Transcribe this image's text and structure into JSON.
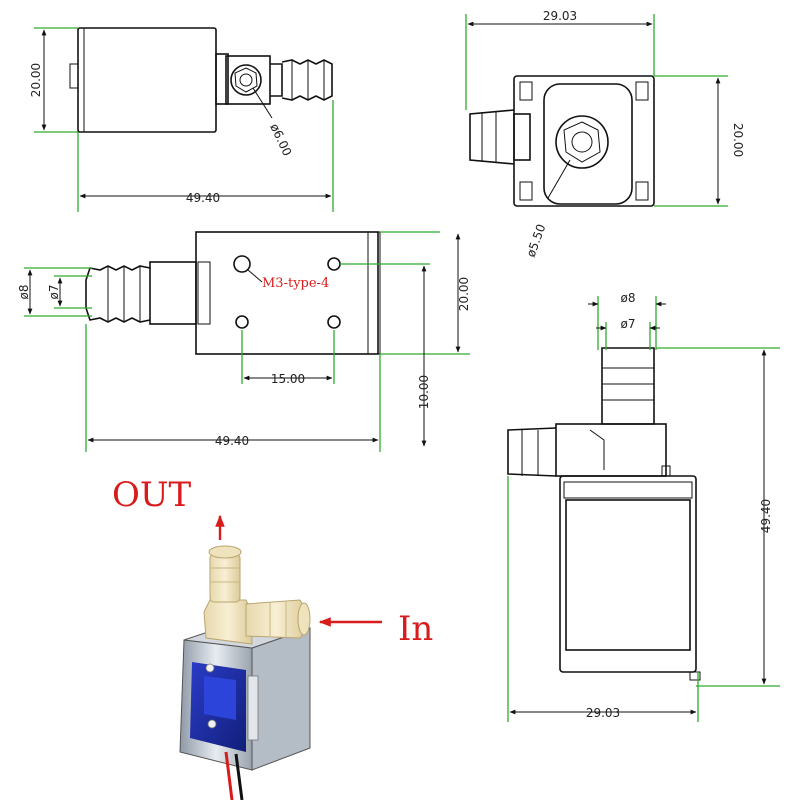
{
  "view_top": {
    "width": "49.40",
    "height": "20.00",
    "port": "ø6.00"
  },
  "view_side": {
    "width": "29.03",
    "height": "20.00",
    "port": "ø5.50"
  },
  "view_front": {
    "outer_dia": "ø8",
    "inner_dia": "ø7",
    "thread": "M3-type-4",
    "hole_spacing": "15.00",
    "height": "20.00",
    "hole_height": "10.00",
    "width": "49.40"
  },
  "view_right": {
    "outer_dia": "ø8",
    "inner_dia": "ø7",
    "height": "49.40",
    "width": "29.03"
  },
  "photo": {
    "out_label": "OUT",
    "in_label": "In"
  },
  "colors": {
    "dimension_line": "#2eaa2e",
    "annotation": "#d81b1b",
    "outline": "#111111"
  }
}
